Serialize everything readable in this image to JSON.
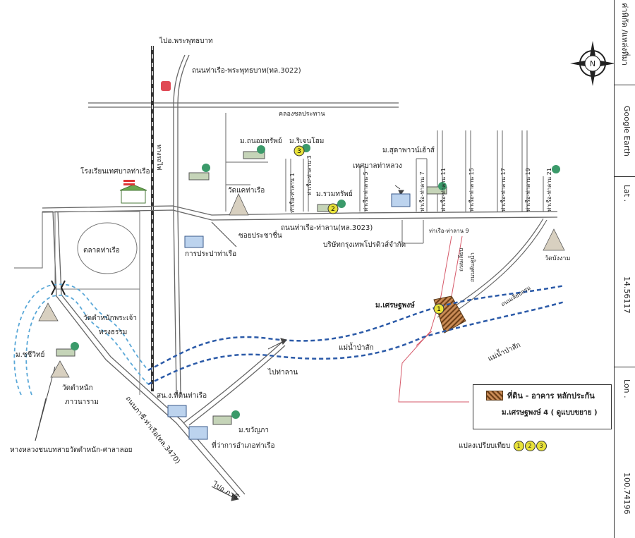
{
  "sidebar": {
    "coord_label": "ค่าพิกัด /แหล่งที่มา",
    "source": "Google Earth",
    "lat_label": "Lat .",
    "lat_value": "14.56117",
    "lon_label": "Lon .",
    "lon_value": "100.74196"
  },
  "compass": {
    "letter": "N",
    "icon": "compass-rose-icon"
  },
  "roads": {
    "to_phraphutthabat": "ไปอ.พระพุทธบาท",
    "road_3022": "ถนนท่าเรือ-พระพุทธบาท(ทล.3022)",
    "canal": "คลองชลประทาน",
    "railway": "ทางรถไฟ",
    "road_3023": "ถนนท่าเรือ-ท่าลาน(ทล.3023)",
    "road_3470": "ถนนภาชี-ท่าเรือ(ทล.3470)",
    "to_thalan": "ไปท่าลาน",
    "to_phachi": "ไปอ.ภาชี",
    "soi_prachachuen": "ซอยประชาชื่น",
    "road_right_a": "ถนนเลียบ",
    "road_right_b": "ถนนคันคูน้ำ",
    "road_diag_c": "ถนนเลียบกรม"
  },
  "sois": {
    "s1": "ท่าเรือ-ท่าลาน 1",
    "s3": "ท่าเรือ-ท่าลาน 3",
    "s5": "ท่าเรือ-ท่าลาน 5",
    "s7": "ท่าเรือ-ท่าลาน 7",
    "s9": "ท่าเรือ-ท่าลาน 9",
    "s11": "ท่าเรือ-ท่าลาน 11",
    "s15": "ท่าเรือ-ท่าลาน 15",
    "s17": "ท่าเรือ-ท่าลาน 17",
    "s19": "ท่าเรือ-ท่าลาน 19",
    "s21": "ท่าเรือ-ท่าลาน 21"
  },
  "places": {
    "school": "โรงเรียนเทศบาลท่าเรือ",
    "market": "ตลาดท่าเรือ",
    "wat_tharuea": "วัดแคท่าเรือ",
    "waterworks": "การประปาท่าเรือ",
    "m_thanom": "ม.ถนอมทรัพย์",
    "m_rinchon": "ม.ริเจนโฮม",
    "m_ruamsap": "ม.รวมทรัพย์",
    "municipality": "เทศบาลท่าหลวง",
    "m_sutha": "ม.สุดาพาวน์เฮ้าส์",
    "company": "บริษัทกรุงเทพโปรดิวส์จำกัด",
    "wat_bangngam": "วัดบังงาม",
    "m_setthaphong": "ม.เศรษฐพงษ์",
    "wat_tamnak": "วัดตำหนักพระเจ้า",
    "wat_tamnak2": "ทรงธรรม",
    "m_chuwit": "ม.ชชีวิทย์",
    "wat_phawana": "วัดตำหนัก",
    "wat_phawana2": "ภาวนาราม",
    "land_office": "สน.ง.ที่ดินท่าเรือ",
    "m_kwanpa": "ม.ขวัญภา",
    "district_office": "ที่ว่าการอำเภอท่าเรือ",
    "dirt_road": "หางหลวงชนบทสายวัดตำหนัก-ศาลาลอย"
  },
  "rivers": {
    "pasak_1": "แม่น้ำป่าสัก",
    "pasak_2": "แม่น้ำป่าสัก"
  },
  "subject": {
    "marker": "1"
  },
  "legend": {
    "title": "ที่ดิน - อาคาร หลักประกัน",
    "subtitle": "ม.เศรษฐพงษ์ 4 ( ดูแบบขยาย )",
    "compare_label": "แปลงเปรียบเทียบ",
    "compare_markers": [
      "1",
      "2",
      "3"
    ]
  },
  "markers": {
    "m2": "2",
    "m3": "3"
  },
  "colors": {
    "road": "#555555",
    "river": "#2b5aa8",
    "subject_road": "#d65a6a",
    "marker": "#e8e23a",
    "railway": "#333333"
  }
}
